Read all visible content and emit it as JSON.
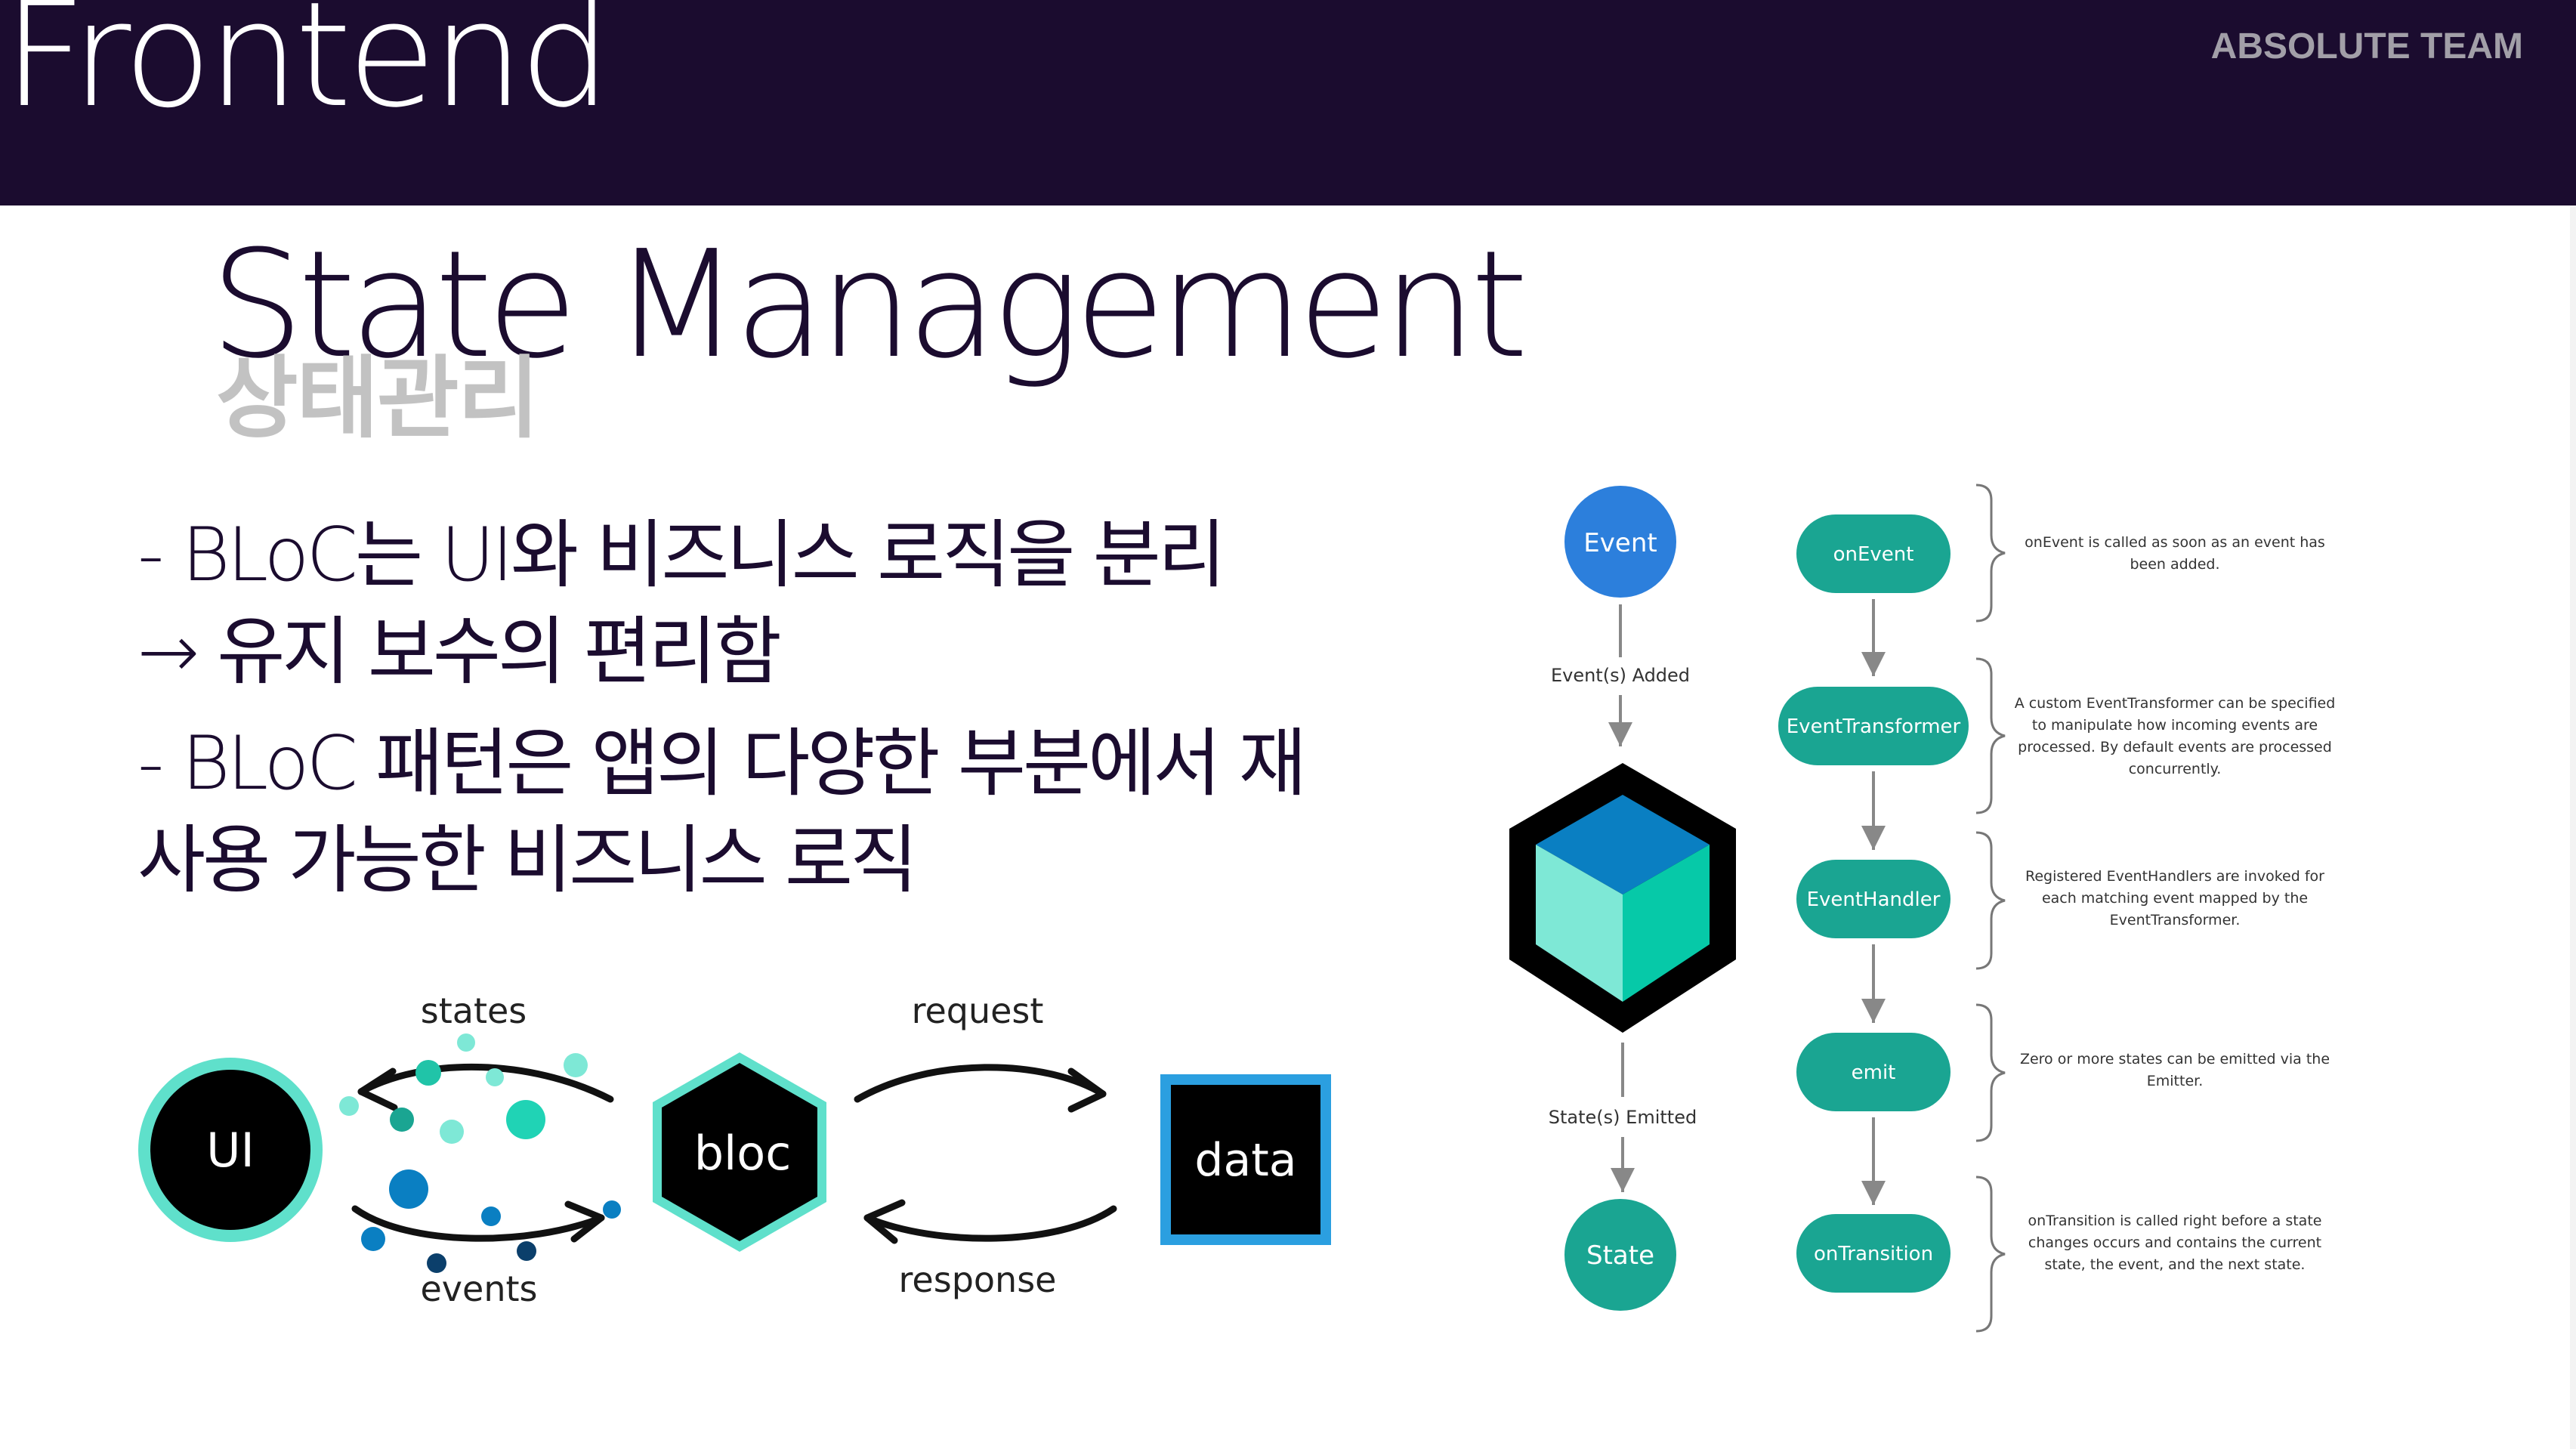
{
  "header": {
    "title": "Frontend",
    "brand": "ABSOLUTE TEAM"
  },
  "section": {
    "title": "State Management",
    "subtitle": "상태관리"
  },
  "bullets": [
    "- BLoC는 UI와 비즈니스 로직을 분리",
    "→ 유지 보수의 편리함",
    "- BLoC 패턴은 앱의 다양한 부분에서 재",
    "사용 가능한 비즈니스 로직"
  ],
  "left_diagram": {
    "ui_label": "UI",
    "bloc_label": "bloc",
    "data_label": "data",
    "states_label": "states",
    "events_label": "events",
    "request_label": "request",
    "response_label": "response"
  },
  "right_diagram": {
    "event_label": "Event",
    "state_label": "State",
    "events_added_label": "Event(s) Added",
    "states_emitted_label": "State(s) Emitted",
    "steps": [
      {
        "label": "onEvent",
        "note": [
          "onEvent is called as soon as an event has",
          "been added."
        ]
      },
      {
        "label": "EventTransformer",
        "note": [
          "A custom EventTransformer can be specified",
          "to manipulate how incoming events are",
          "processed. By default events are processed",
          "concurrently."
        ]
      },
      {
        "label": "EventHandler",
        "note": [
          "Registered EventHandlers are invoked for",
          "each matching event mapped by the",
          "EventTransformer."
        ]
      },
      {
        "label": "emit",
        "note": [
          "Zero or more states can be emitted via the",
          "Emitter."
        ]
      },
      {
        "label": "onTransition",
        "note": [
          "onTransition is called right before a state",
          "changes occurs and contains the current",
          "state, the event, and the next state."
        ]
      }
    ]
  },
  "colors": {
    "header_bg": "#1b0c2f",
    "teal": "#1aa592",
    "event_blue": "#2c7fdc",
    "cube_blue": "#0a7fc2",
    "cube_teal": "#7ee8d6"
  }
}
